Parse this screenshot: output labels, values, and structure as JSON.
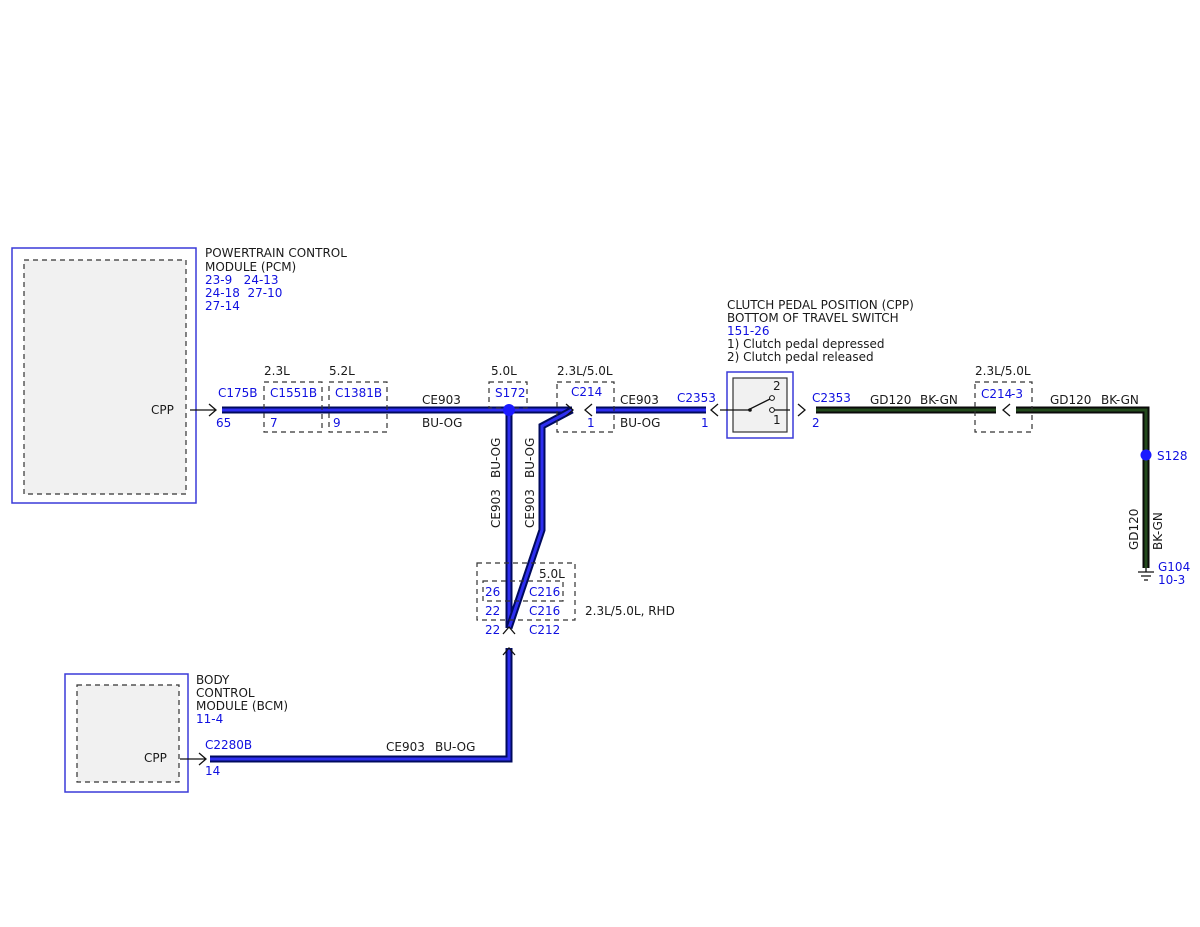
{
  "colors": {
    "signal_wire": "#2e2ef0",
    "ground_wire": "#234a1c",
    "module_border": "#3a3ad8",
    "ref_text": "#1010e0"
  },
  "pcm": {
    "title_line1": "POWERTRAIN CONTROL",
    "title_line2": "MODULE (PCM)",
    "ref_row1": "23-9   24-13",
    "ref_row2": "24-18  27-10",
    "ref_row3": "27-14",
    "pin_label": "CPP",
    "connector": "C175B",
    "pin": "65"
  },
  "bcm": {
    "title_line1": "BODY",
    "title_line2": "CONTROL",
    "title_line3": "MODULE (BCM)",
    "ref": "11-4",
    "pin_label": "CPP",
    "connector": "C2280B",
    "pin": "14"
  },
  "cpp_switch": {
    "title_line1": "CLUTCH PEDAL POSITION (CPP)",
    "title_line2": "BOTTOM OF TRAVEL SWITCH",
    "ref": "151-26",
    "note1": "1) Clutch pedal depressed",
    "note2": "2) Clutch pedal released",
    "pos1": "1",
    "pos2": "2"
  },
  "inline_connectors": [
    {
      "variant": "2.3L",
      "connector": "C1551B",
      "pin": "7"
    },
    {
      "variant": "5.2L",
      "connector": "C1381B",
      "pin": "9"
    },
    {
      "variant": "5.0L",
      "connector": "S172"
    },
    {
      "variant": "2.3L/5.0L",
      "connector": "C214",
      "pin": "1"
    }
  ],
  "switch_connectors": {
    "left_connector": "C2353",
    "left_pin": "1",
    "right_connector": "C2353",
    "right_pin": "2"
  },
  "ground_side": {
    "variant": "2.3L/5.0L",
    "connector": "C214",
    "pin": "-3",
    "splice": "S128",
    "ground": "G104",
    "ground_ref": "10-3"
  },
  "lower_connectors": {
    "variant_top": "5.0L",
    "variant_side": "2.3L/5.0L, RHD",
    "row1_pin": "26",
    "row1_conn": "C216",
    "row2_pin": "22",
    "row2_conn": "C216",
    "row3_pin": "22",
    "row3_conn": "C212"
  },
  "wires": {
    "signal_circuit": "CE903",
    "signal_color": "BU-OG",
    "ground_circuit": "GD120",
    "ground_color": "BK-GN"
  }
}
